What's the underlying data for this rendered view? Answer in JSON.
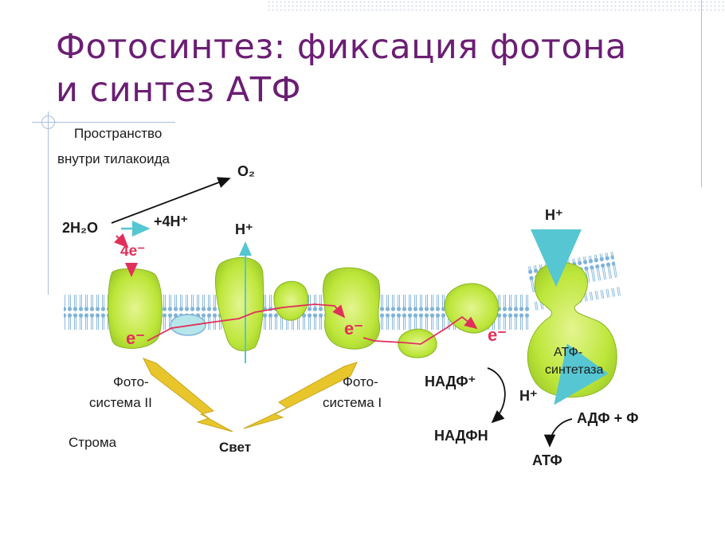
{
  "title": {
    "line1": "Фотосинтез: фиксация фотона",
    "line2": "и синтез АТФ"
  },
  "labels": {
    "lumen_line1": "Пространство",
    "lumen_line2": "внутри тилакоида",
    "o2": "O₂",
    "h2o": "2H₂O",
    "four_h": "+4H⁺",
    "four_e": "4e⁻",
    "h_top_center": "H⁺",
    "h_top_right": "H⁺",
    "e_ps2": "e⁻",
    "e_ps1": "e⁻",
    "e_fd": "e⁻",
    "ps2_line1": "Фото-",
    "ps2_line2": "система II",
    "ps1_line1": "Фото-",
    "ps1_line2": "система I",
    "atp_synth_line1": "АТФ-",
    "atp_synth_line2": "синтетаза",
    "nadp": "НАДФ⁺",
    "nadph": "НАДФН",
    "h_bottom": "H⁺",
    "adp": "АДФ + Ф",
    "atp": "АТФ",
    "stroma": "Строма",
    "light": "Свет"
  },
  "colors": {
    "title": "#6b1e73",
    "protein": "#b6e234",
    "electron": "#e0305a",
    "membrane": "#7fb3d8",
    "arrow_cyan": "#6fd3dc",
    "lightning": "#e8c62b"
  }
}
